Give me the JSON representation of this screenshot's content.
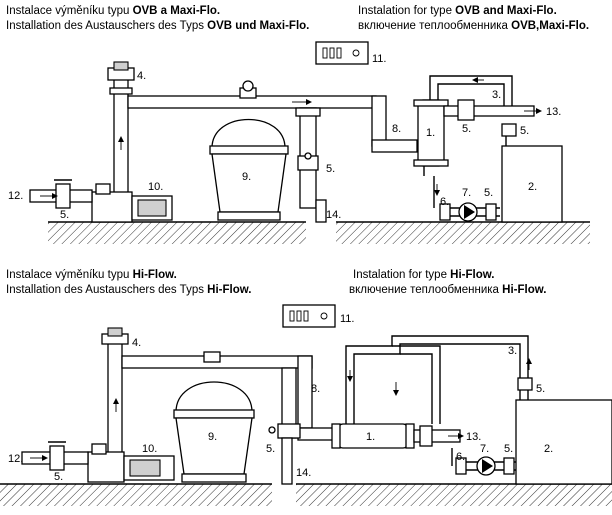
{
  "section_top": {
    "caption_left": [
      {
        "text": "Instalace výměníku typu ",
        "bold": "OVB a Maxi-Flo."
      },
      {
        "text": "Installation des Austauschers des Typs ",
        "bold": "OVB und Maxi-Flo."
      }
    ],
    "caption_right": [
      {
        "text": "Instalation for type ",
        "bold": "OVB and Maxi-Flo."
      },
      {
        "text": "включение теплообменника ",
        "bold": "OVB,Maxi-Flo."
      }
    ],
    "labels": {
      "n1": "1.",
      "n2": "2.",
      "n3": "3.",
      "n4": "4.",
      "n5a": "5.",
      "n5b": "5.",
      "n5c": "5.",
      "n5d": "5.",
      "n5e": "5.",
      "n6": "6.",
      "n7": "7.",
      "n8": "8.",
      "n9": "9.",
      "n10": "10.",
      "n11": "11.",
      "n12": "12.",
      "n13": "13.",
      "n14": "14."
    }
  },
  "section_bottom": {
    "caption_left": [
      {
        "text": "Instalace výměníku typu ",
        "bold": "Hi-Flow."
      },
      {
        "text": "Installation des Austauschers des Typs ",
        "bold": "Hi-Flow."
      }
    ],
    "caption_right": [
      {
        "text": "Instalation for type ",
        "bold": "Hi-Flow."
      },
      {
        "text": "включение теплообменника ",
        "bold": "Hi-Flow."
      }
    ],
    "labels": {
      "n1": "1.",
      "n2": "2.",
      "n3": "3.",
      "n4": "4.",
      "n5a": "5.",
      "n5b": "5.",
      "n5c": "5.",
      "n5d": "5.",
      "n6": "6.",
      "n7": "7.",
      "n8": "8.",
      "n9": "9.",
      "n10": "10.",
      "n11": "11.",
      "n12": "12.",
      "n13": "13.",
      "n14": "14."
    }
  }
}
